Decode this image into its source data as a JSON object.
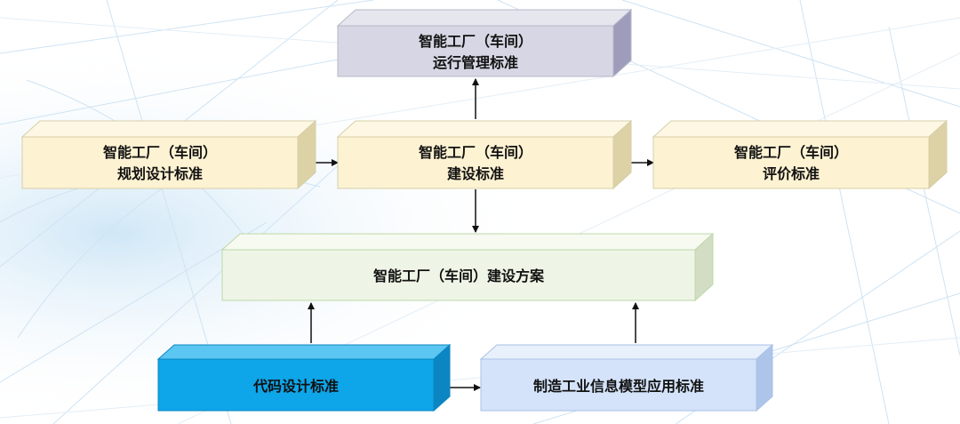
{
  "diagram": {
    "operation_standard": {
      "line1": "智能工厂（车间）",
      "line2": "运行管理标准",
      "color": "#d6d6e4"
    },
    "planning_standard": {
      "line1": "智能工厂（车间）",
      "line2": "规划设计标准",
      "color": "#fdf2d2"
    },
    "construction_standard": {
      "line1": "智能工厂（车间）",
      "line2": "建设标准",
      "color": "#fdf2d2"
    },
    "evaluation_standard": {
      "line1": "智能工厂（车间）",
      "line2": "评价标准",
      "color": "#fdf2d2"
    },
    "construction_plan": {
      "label": "智能工厂（车间）建设方案",
      "color": "#eef5e6"
    },
    "code_standard": {
      "label": "代码设计标准",
      "color": "#0ea5e9"
    },
    "industrial_info_model_standard": {
      "label": "制造工业信息模型应用标准",
      "color": "#d4e3fa"
    }
  }
}
